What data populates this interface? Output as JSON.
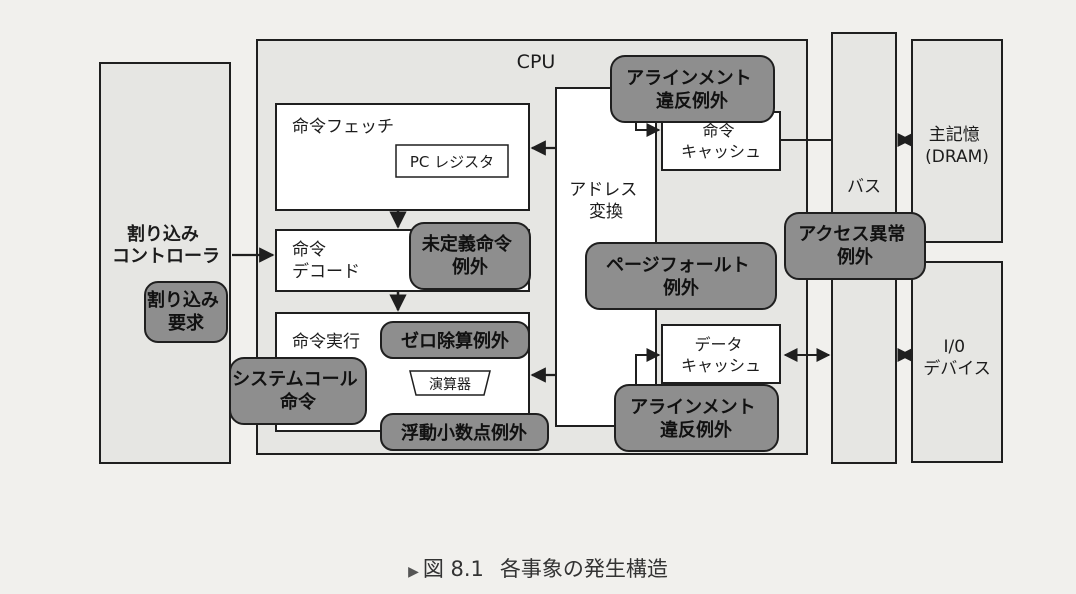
{
  "diagram": {
    "cpu_label": "CPU",
    "interrupt_controller": [
      "割り込み",
      "コントローラ"
    ],
    "instruction_fetch": "命令フェッチ",
    "pc_register": "PC レジスタ",
    "instruction_decode": [
      "命令",
      "デコード"
    ],
    "instruction_execute": "命令実行",
    "alu": "演算器",
    "address_translation": [
      "アドレス",
      "変換"
    ],
    "instruction_cache": [
      "命令",
      "キャッシュ"
    ],
    "data_cache": [
      "データ",
      "キャッシュ"
    ],
    "bus": "バス",
    "main_memory": [
      "主記憶",
      "(DRAM)"
    ],
    "io_device": [
      "I/0",
      "デバイス"
    ]
  },
  "events": {
    "alignment_fault_top": [
      "アラインメント",
      "違反例外"
    ],
    "undefined_instruction": [
      "未定義命令",
      "例外"
    ],
    "interrupt_request": [
      "割り込み",
      "要求"
    ],
    "page_fault": [
      "ページフォールト",
      "例外"
    ],
    "access_error": [
      "アクセス異常",
      "例外"
    ],
    "divide_by_zero": "ゼロ除算例外",
    "system_call": [
      "システムコール",
      "命令"
    ],
    "floating_point_exception": "浮動小数点例外",
    "alignment_fault_bottom": [
      "アラインメント",
      "違反例外"
    ]
  },
  "caption": {
    "marker": "▶",
    "figure_number": "図 8.1",
    "title": "各事象の発生構造"
  },
  "colors": {
    "event_fill": "#8e8e8e",
    "box_fill": "#ffffff",
    "area_fill": "#e6e6e3",
    "line": "#1f1f1f"
  }
}
